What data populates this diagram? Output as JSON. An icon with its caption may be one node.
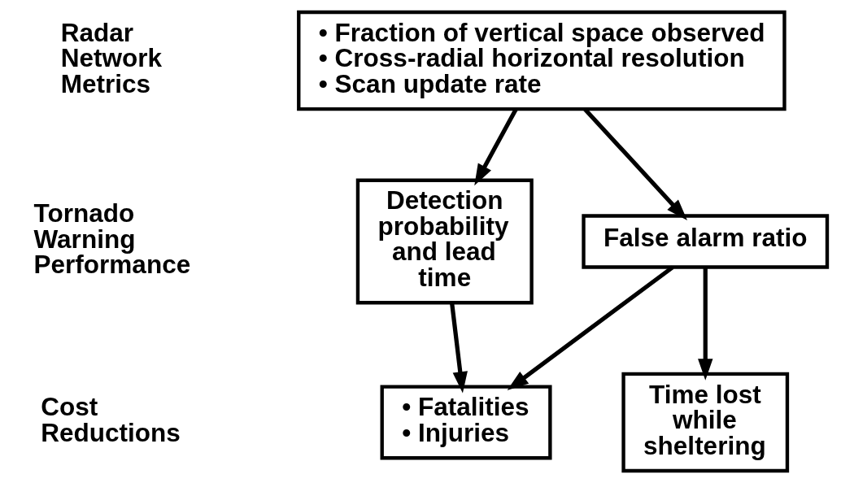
{
  "diagram": {
    "nodes": [
      {
        "text": [
          "• Fraction of vertical space observed",
          "• Cross-radial horizontal resolution",
          "• Scan update rate"
        ]
      },
      {
        "text": [
          "Detection probability and lead time"
        ]
      },
      {
        "text": [
          "False alarm ratio"
        ]
      },
      {
        "text": [
          "• Fatalities",
          "• Injuries"
        ]
      },
      {
        "text": [
          "Time lost while sheltering"
        ]
      }
    ],
    "edges": [
      {
        "from": 0,
        "to": 1,
        "arrow": "to"
      },
      {
        "from": 0,
        "to": 2,
        "arrow": "to"
      },
      {
        "from": 1,
        "to": 3,
        "arrow": "to"
      },
      {
        "from": 2,
        "to": 3,
        "arrow": "to"
      },
      {
        "from": 2,
        "to": 4,
        "arrow": "to"
      }
    ],
    "labels": [
      "Radar Network Metrics",
      "Tornado Warning Performance",
      "Cost Reductions"
    ]
  }
}
